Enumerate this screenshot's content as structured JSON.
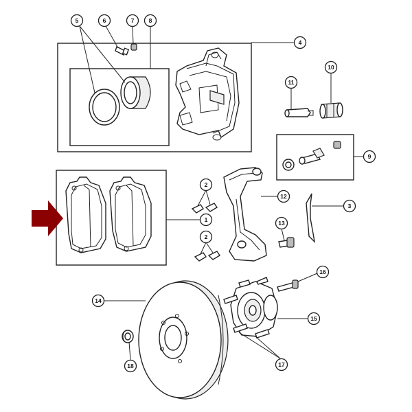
{
  "colors": {
    "line": "#222222",
    "indicator_arrow": "#8B0000",
    "background": "#FFFFFF"
  },
  "callouts": [
    {
      "id": "c1",
      "label": "1"
    },
    {
      "id": "c2a",
      "label": "2"
    },
    {
      "id": "c2b",
      "label": "2"
    },
    {
      "id": "c3",
      "label": "3"
    },
    {
      "id": "c4",
      "label": "4"
    },
    {
      "id": "c5",
      "label": "5"
    },
    {
      "id": "c6",
      "label": "6"
    },
    {
      "id": "c7",
      "label": "7"
    },
    {
      "id": "c8",
      "label": "8"
    },
    {
      "id": "c9",
      "label": "9"
    },
    {
      "id": "c10",
      "label": "10"
    },
    {
      "id": "c11",
      "label": "11"
    },
    {
      "id": "c12",
      "label": "12"
    },
    {
      "id": "c13",
      "label": "13"
    },
    {
      "id": "c14",
      "label": "14"
    },
    {
      "id": "c15",
      "label": "15"
    },
    {
      "id": "c16",
      "label": "16"
    },
    {
      "id": "c17",
      "label": "17"
    },
    {
      "id": "c18",
      "label": "18"
    }
  ],
  "icons": {
    "indicator": "right-arrow-icon"
  }
}
